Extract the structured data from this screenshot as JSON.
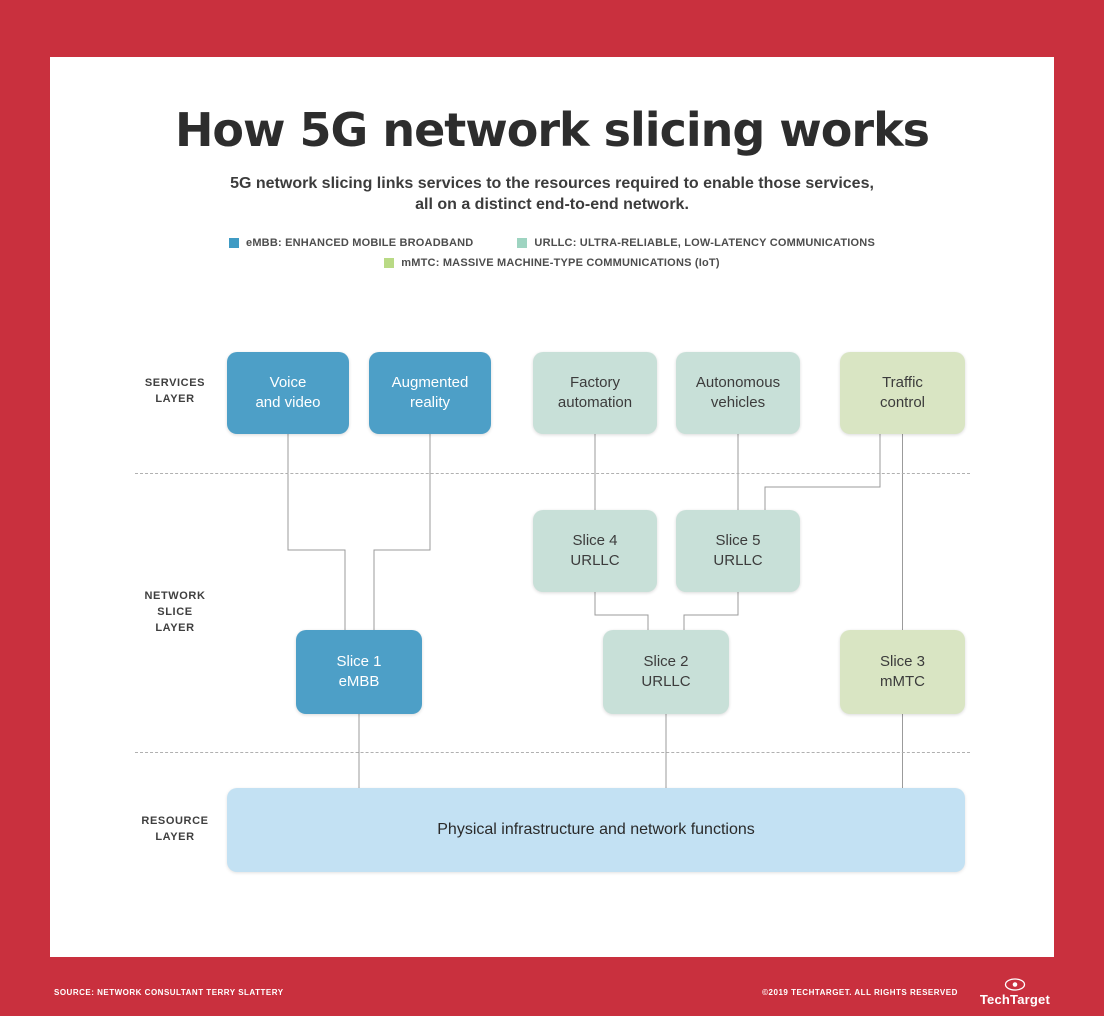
{
  "page": {
    "title": "How 5G network slicing works",
    "subtitle": "5G network slicing links services to the resources required to enable those services,\nall on a distinct end-to-end network."
  },
  "legend": {
    "items": [
      {
        "id": "eMBB",
        "label": "eMBB: ENHANCED MOBILE BROADBAND",
        "color": "#3f9bc4"
      },
      {
        "id": "URLLC",
        "label": "URLLC: ULTRA-RELIABLE, LOW-LATENCY COMMUNICATIONS",
        "color": "#9ed4c1"
      },
      {
        "id": "mMTC",
        "label": "mMTC: MASSIVE MACHINE-TYPE COMMUNICATIONS (IoT)",
        "color": "#b9da85"
      }
    ]
  },
  "layers": {
    "services": "SERVICES\nLAYER",
    "network_slice": "NETWORK\nSLICE\nLAYER",
    "resource": "RESOURCE\nLAYER"
  },
  "services": [
    {
      "label": "Voice\nand video",
      "type": "eMBB"
    },
    {
      "label": "Augmented\nreality",
      "type": "eMBB"
    },
    {
      "label": "Factory\nautomation",
      "type": "URLLC"
    },
    {
      "label": "Autonomous\nvehicles",
      "type": "URLLC"
    },
    {
      "label": "Traffic\ncontrol",
      "type": "mMTC"
    }
  ],
  "slices": [
    {
      "label": "Slice 4\nURLLC",
      "type": "URLLC"
    },
    {
      "label": "Slice 5\nURLLC",
      "type": "URLLC"
    },
    {
      "label": "Slice 1\neMBB",
      "type": "eMBB"
    },
    {
      "label": "Slice 2\nURLLC",
      "type": "URLLC"
    },
    {
      "label": "Slice 3\nmMTC",
      "type": "mMTC"
    }
  ],
  "resource": {
    "label": "Physical infrastructure and network functions"
  },
  "footer": {
    "source": "SOURCE: NETWORK CONSULTANT TERRY SLATTERY",
    "copyright": "©2019 TECHTARGET. ALL RIGHTS RESERVED",
    "brand": "TechTarget"
  },
  "colors": {
    "background_red": "#c9303e",
    "embb_blue": "#4d9fc7",
    "urllc_teal": "#c8e0d8",
    "mmtc_green": "#d9e5c3",
    "resource_blue": "#c3e1f3",
    "connector_gray": "#9b9b9b"
  }
}
